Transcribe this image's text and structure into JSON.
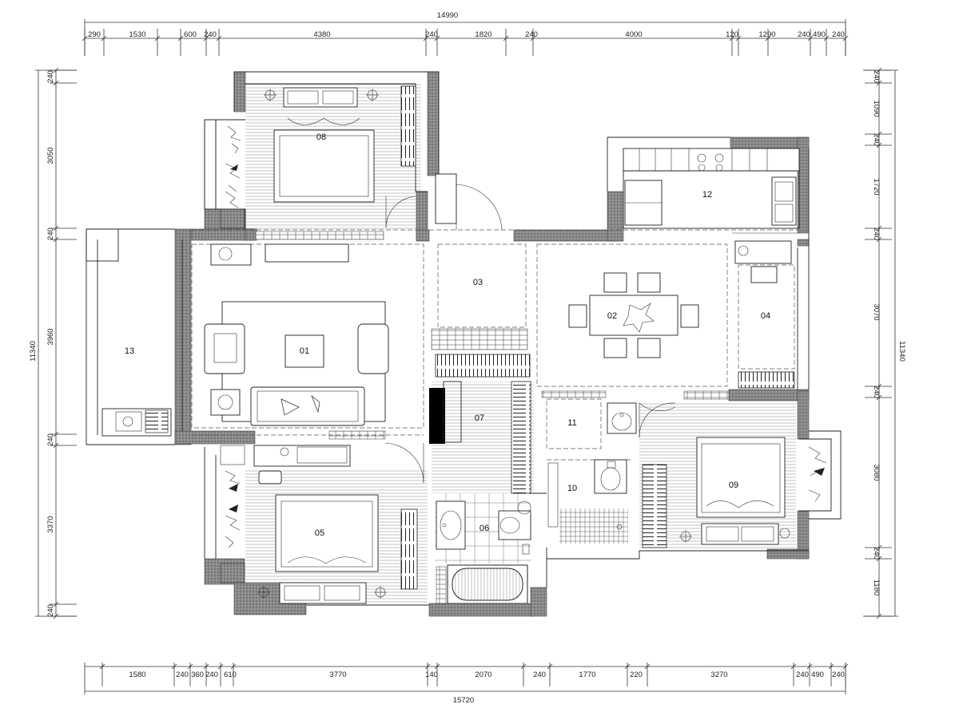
{
  "dimensions": {
    "top_total": "14990",
    "top_segments": [
      "290",
      "1530",
      "600",
      "240",
      "4380",
      "240",
      "1820",
      "240",
      "4000",
      "120",
      "1290",
      "240",
      "490",
      "240"
    ],
    "bottom_total": "15720",
    "bottom_segments": [
      "1580",
      "240",
      "360",
      "240",
      "610",
      "3770",
      "140",
      "2070",
      "240",
      "1770",
      "220",
      "3270",
      "240",
      "490",
      "240"
    ],
    "left_total": "11340",
    "left_segments": [
      "240",
      "3050",
      "240",
      "3960",
      "240",
      "3370",
      "240"
    ],
    "right_total": "11340",
    "right_segments": [
      "240",
      "1090",
      "240",
      "1720",
      "240",
      "3070",
      "240",
      "3080",
      "240",
      "1180"
    ]
  },
  "rooms": [
    "01",
    "02",
    "03",
    "04",
    "05",
    "06",
    "07",
    "08",
    "09",
    "10",
    "11",
    "12",
    "13"
  ]
}
